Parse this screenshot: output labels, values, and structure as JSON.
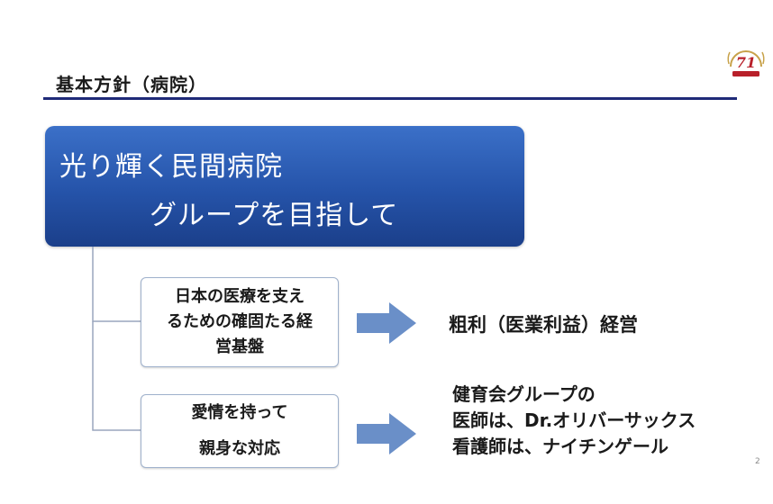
{
  "title": "基本方針（病院）",
  "logo": {
    "text": "71"
  },
  "main": {
    "line1": "光り輝く民間病院",
    "line2": "グループを目指して"
  },
  "items": [
    {
      "box_lines": [
        "日本の医療を支え",
        "るための確固たる経",
        "営基盤"
      ],
      "result_lines": [
        "粗利（医業利益）経営"
      ]
    },
    {
      "box_lines": [
        "愛情を持って",
        "親身な対応"
      ],
      "result_lines": [
        "健育会グループの",
        "医師は、Dr.オリバーサックス",
        "看護師は、ナイチンゲール"
      ]
    }
  ],
  "page_number": "2",
  "colors": {
    "title_rule": "#1f2a78",
    "main_box": "#2553a9",
    "arrow": "#6a8fc8",
    "connector": "#9aa6bd"
  },
  "icons": [
    "anniversary-logo-icon",
    "right-arrow-icon"
  ]
}
